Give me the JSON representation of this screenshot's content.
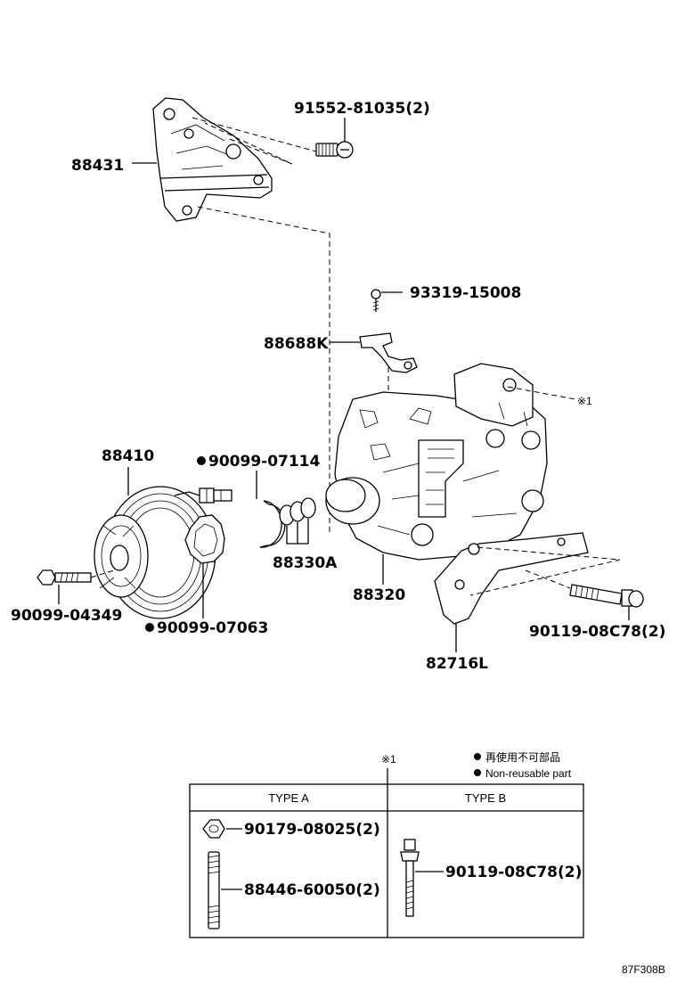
{
  "labels": {
    "bracket": "88431",
    "bracket_bolt": "91552-81035(2)",
    "screw": "93319-15008",
    "clamp": "88688K",
    "ref_mark": "※1",
    "clutch": "88410",
    "snap_ring": "90099-07114",
    "shims": "88330A",
    "compressor": "88320",
    "pulley_bolt": "90099-04349",
    "pulley_ring": "90099-07063",
    "stay_bolt": "90119-08C78(2)",
    "stay": "82716L"
  },
  "legend": {
    "jp": "再使用不可部品",
    "en": "Non-reusable part"
  },
  "table": {
    "ref": "※1",
    "type_a": "TYPE A",
    "type_b": "TYPE B",
    "a_nut": "90179-08025(2)",
    "a_stud": "88446-60050(2)",
    "b_bolt": "90119-08C78(2)"
  },
  "figure_code": "87F308B"
}
